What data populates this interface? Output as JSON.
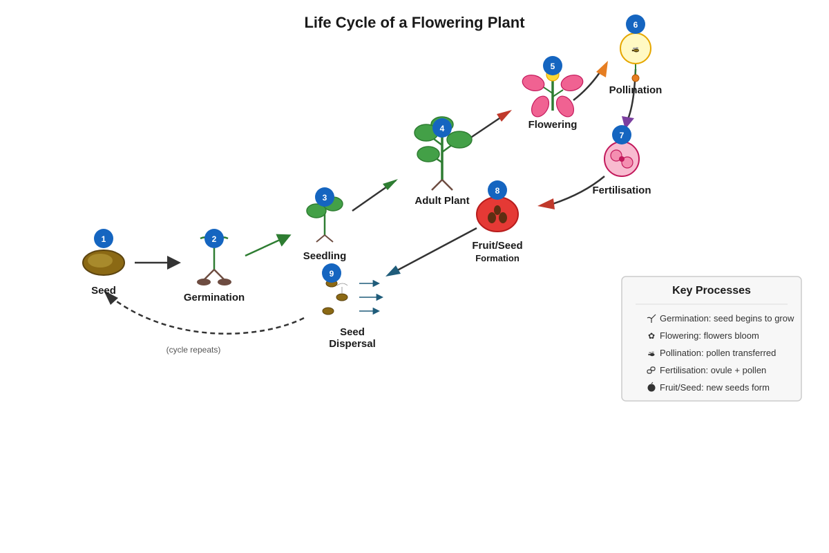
{
  "title": "Life Cycle of a Flowering Plant",
  "stages": [
    {
      "number": "1",
      "label": "Seed"
    },
    {
      "number": "2",
      "label": "Germination"
    },
    {
      "number": "3",
      "label": "Seedling"
    },
    {
      "number": "4",
      "label": "Adult Plant"
    },
    {
      "number": "5",
      "label": "Flowering"
    },
    {
      "number": "6",
      "label": "Pollination",
      "icon": "bee-icon"
    },
    {
      "number": "7",
      "label": "Fertilisation"
    },
    {
      "number": "8",
      "label": "Fruit/Seed",
      "sublabel": "Formation"
    },
    {
      "number": "9",
      "label": "Seed",
      "label2": "Dispersal"
    }
  ],
  "cycle_note": "(cycle repeats)",
  "legend": {
    "title": "Key Processes",
    "items": [
      {
        "icon": "seedling-icon",
        "text": "Germination: seed begins to grow"
      },
      {
        "icon": "blossom-icon",
        "text": "Flowering: flowers bloom"
      },
      {
        "icon": "bee-icon",
        "text": "Pollination: pollen transferred"
      },
      {
        "icon": "link-icon",
        "text": "Fertilisation: ovule + pollen"
      },
      {
        "icon": "seed-icon",
        "text": "Fruit/Seed: new seeds form"
      }
    ]
  },
  "colors": {
    "badge": "#1565c0",
    "seed": "#8b6914",
    "stem": "#2e7d32",
    "leaf": "#43a047",
    "petal": "#f06292",
    "flower_center": "#fdd835",
    "pollen_bg": "#fff9c4",
    "fertilisation": "#f8bbd0",
    "fertilisation_stroke": "#c2185b",
    "fruit": "#e53935",
    "root": "#6d4c41",
    "arrow_dark": "#333333",
    "arrow_green": "#2e7d32",
    "arrow_red": "#c0392b",
    "arrow_orange": "#e67e22",
    "arrow_purple": "#7b3fa0",
    "arrow_blue": "#1f5c7a"
  }
}
